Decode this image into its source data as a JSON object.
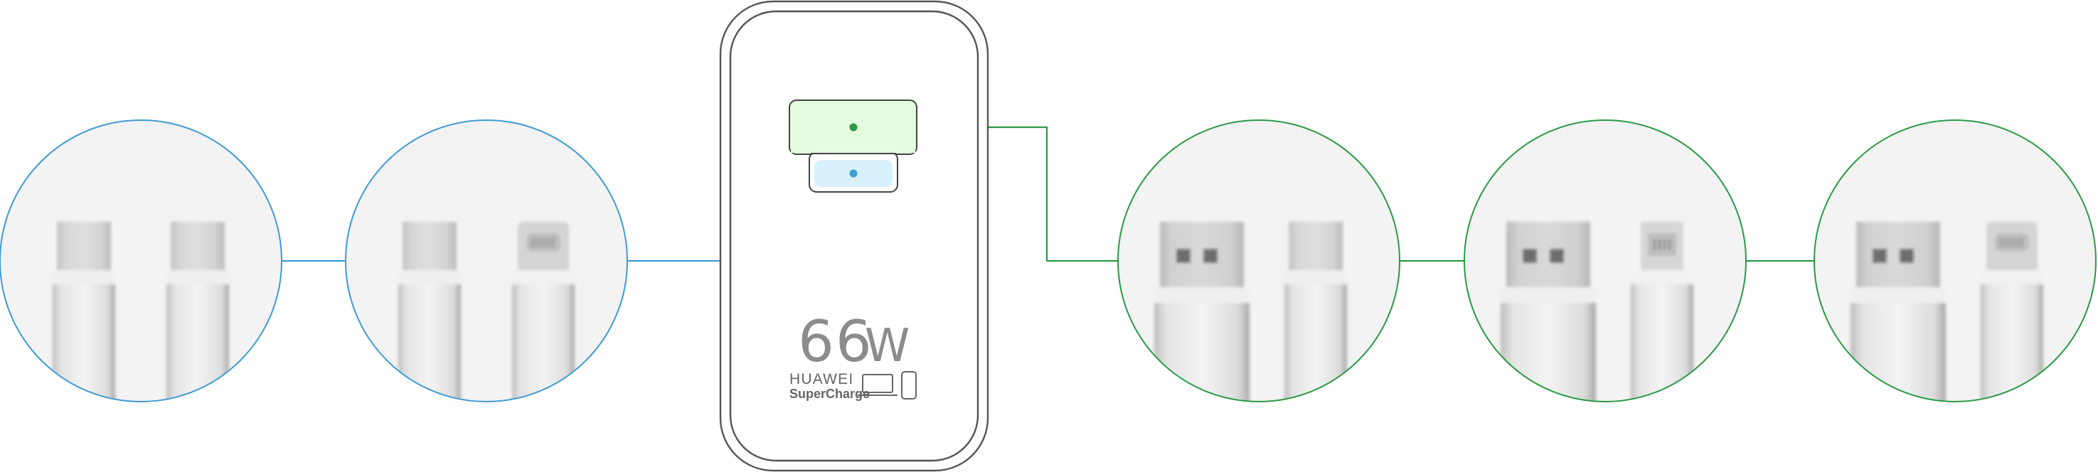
{
  "charger": {
    "wattage_number": "66",
    "wattage_unit": "W",
    "brand_name": "HUAWEI",
    "brand_feature": "SuperCharge",
    "device_icons": [
      "laptop-icon",
      "phone-icon"
    ]
  },
  "ports": [
    {
      "id": "usb-a-port",
      "fill": "#e5fbdf",
      "accent": "#2a9a46"
    },
    {
      "id": "usb-c-port",
      "fill": "#d6f1fb",
      "accent": "#3f9bd4"
    }
  ],
  "cable_groups": [
    {
      "id": "c-to-c",
      "port": "usb-c-port",
      "accent": "#3f9bd4",
      "connectors": [
        "usb-c",
        "usb-c"
      ]
    },
    {
      "id": "c-to-lightning",
      "port": "usb-c-port",
      "accent": "#3f9bd4",
      "connectors": [
        "usb-c",
        "lightning"
      ]
    },
    {
      "id": "a-to-c",
      "port": "usb-a-port",
      "accent": "#2a9a46",
      "connectors": [
        "usb-a",
        "usb-c"
      ]
    },
    {
      "id": "a-to-micro",
      "port": "usb-a-port",
      "accent": "#2a9a46",
      "connectors": [
        "usb-a",
        "micro-usb"
      ]
    },
    {
      "id": "a-to-lightning",
      "port": "usb-a-port",
      "accent": "#2a9a46",
      "connectors": [
        "usb-a",
        "lightning"
      ]
    }
  ],
  "colors": {
    "charger_outline": "#555555",
    "port_outline": "#444444",
    "circle_fill": "#f3f3f3",
    "blue_line": "#3f9bd4",
    "green_line": "#2a9a46"
  }
}
